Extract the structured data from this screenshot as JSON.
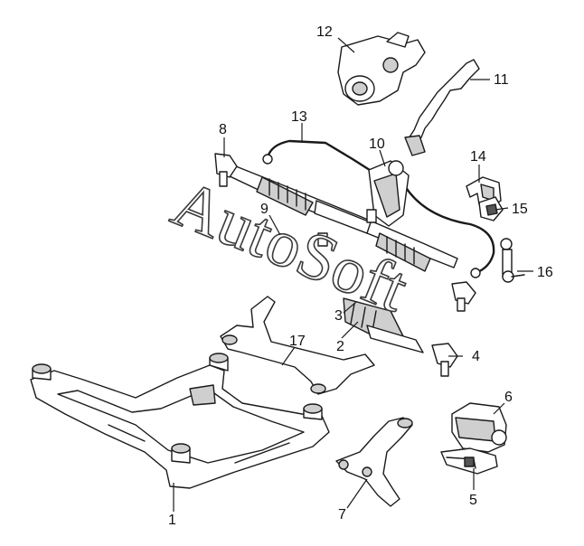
{
  "watermark": {
    "text": "AutoSoft"
  },
  "parts": [
    {
      "id": "frame-1",
      "label": "1"
    },
    {
      "id": "rod-2",
      "label": "2"
    },
    {
      "id": "boot-3",
      "label": "3"
    },
    {
      "id": "tierod-end-4",
      "label": "4"
    },
    {
      "id": "bracket-5",
      "label": "5"
    },
    {
      "id": "pump-6",
      "label": "6"
    },
    {
      "id": "lower-arm-7",
      "label": "7"
    },
    {
      "id": "tierod-end-8",
      "label": "8"
    },
    {
      "id": "rack-9",
      "label": "9"
    },
    {
      "id": "valve-10",
      "label": "10"
    },
    {
      "id": "column-shaft-11",
      "label": "11"
    },
    {
      "id": "steering-pump-12",
      "label": "12"
    },
    {
      "id": "pipe-13",
      "label": "13"
    },
    {
      "id": "bushing-clamp-14",
      "label": "14"
    },
    {
      "id": "bushing-15",
      "label": "15"
    },
    {
      "id": "link-16",
      "label": "16"
    },
    {
      "id": "crossmember-17",
      "label": "17"
    }
  ],
  "colors": {
    "line": "#1a1a1a",
    "part_fill": "#ffffff",
    "shade": "#cfcfcf",
    "dark": "#555555"
  }
}
